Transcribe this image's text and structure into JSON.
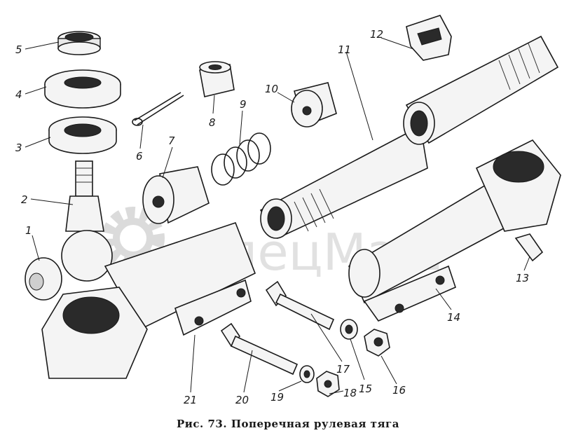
{
  "caption": "Рис. 73. Поперечная рулевая тяга",
  "watermark": "СпецМаш",
  "part_labels": [
    "1",
    "2",
    "3",
    "4",
    "5",
    "6",
    "7",
    "8",
    "9",
    "10",
    "11",
    "12",
    "13",
    "14",
    "15",
    "16",
    "17",
    "18",
    "19",
    "20",
    "21"
  ]
}
